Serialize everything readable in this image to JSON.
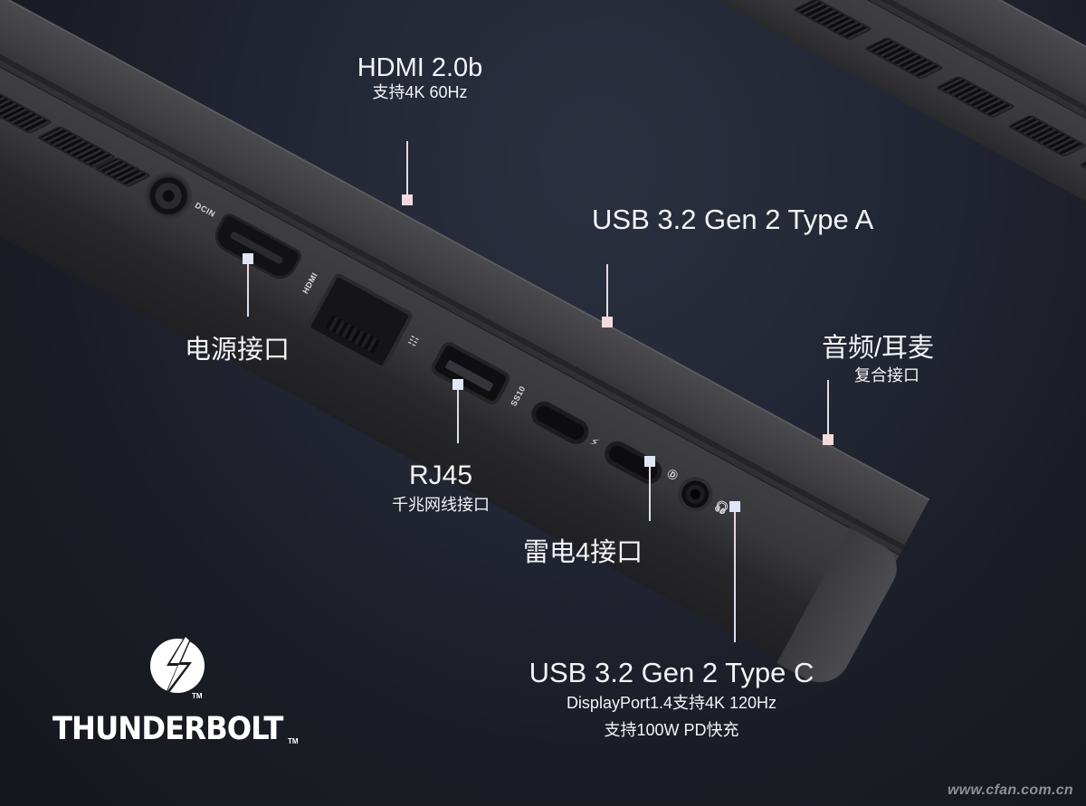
{
  "colors": {
    "background": "#1b1d26",
    "laptop_body": "#3d3d41",
    "marker_pink": "#f6d9dd",
    "marker_blue": "#dfe6f7",
    "text": "#f4f4f6",
    "watermark": "#8e9096"
  },
  "callouts": {
    "hdmi": {
      "title": "HDMI 2.0b",
      "sub": "支持4K 60Hz"
    },
    "usb_a": {
      "title": "USB 3.2 Gen 2 Type A"
    },
    "audio": {
      "title": "音频/耳麦",
      "sub": "复合接口"
    },
    "power": {
      "title": "电源接口"
    },
    "rj45": {
      "title": "RJ45",
      "sub": "千兆网线接口"
    },
    "thunderbolt4": {
      "title": "雷电4接口"
    },
    "usb_c": {
      "title": "USB 3.2 Gen 2 Type C",
      "sub1": "DisplayPort1.4支持4K 120Hz",
      "sub2": "支持100W PD快充"
    }
  },
  "port_labels": {
    "dc_in": "DCIN",
    "hdmi": "HDMI",
    "ss10": "SS10"
  },
  "logo": {
    "wordmark": "THUNDERBOLT",
    "tm": "TM"
  },
  "watermark": "www.cfan.com.cn"
}
